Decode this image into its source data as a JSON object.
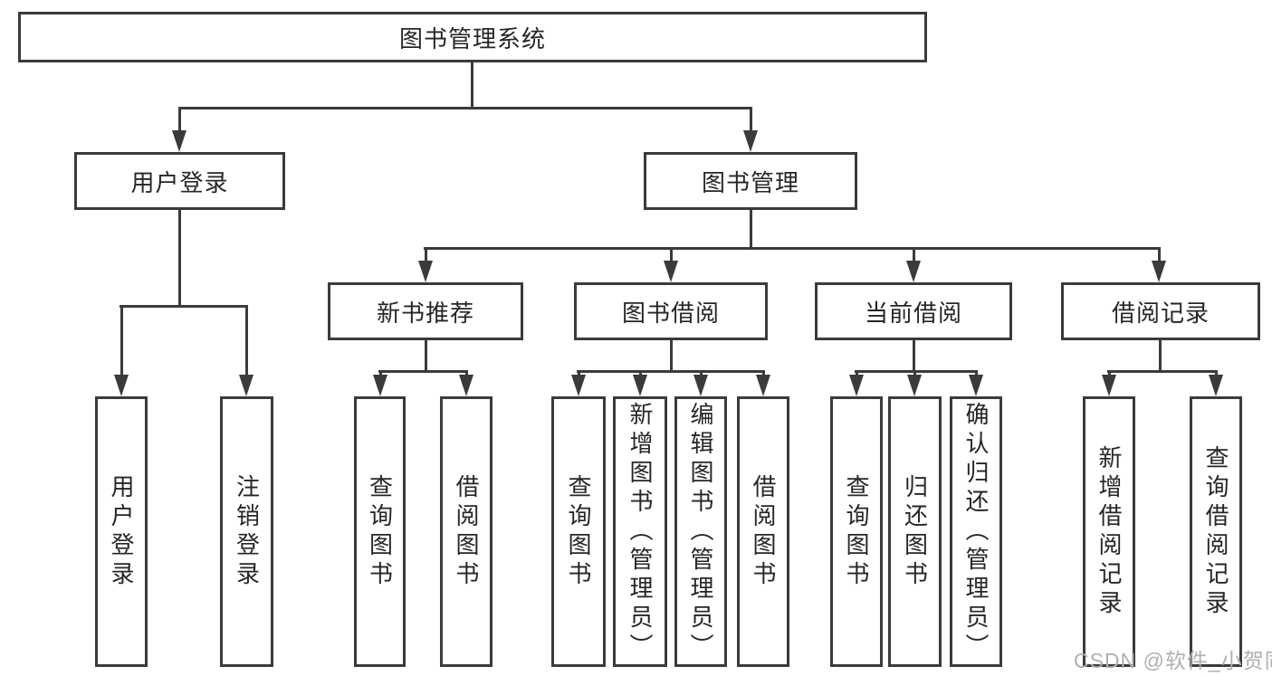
{
  "title": "图书管理系统",
  "user_login": {
    "label": "用户登录",
    "children": [
      {
        "label": "用户登录"
      },
      {
        "label": "注销登录"
      }
    ]
  },
  "book_mgmt": {
    "label": "图书管理",
    "sections": [
      {
        "label": "新书推荐",
        "children": [
          {
            "label": "查询图书"
          },
          {
            "label": "借阅图书"
          }
        ]
      },
      {
        "label": "图书借阅",
        "children": [
          {
            "label": "查询图书"
          },
          {
            "label": "新增图书（管理员）"
          },
          {
            "label": "编辑图书（管理员）"
          },
          {
            "label": "借阅图书"
          }
        ]
      },
      {
        "label": "当前借阅",
        "children": [
          {
            "label": "查询图书"
          },
          {
            "label": "归还图书"
          },
          {
            "label": "确认归还（管理员）"
          }
        ]
      },
      {
        "label": "借阅记录",
        "children": [
          {
            "label": "新增借阅记录"
          },
          {
            "label": "查询借阅记录"
          }
        ]
      }
    ]
  },
  "watermark": "CSDN @软件_小贺同学",
  "colors": {
    "line": "#3b3b3b",
    "text": "#262626",
    "watermark": "#b0b0b0",
    "background": "#ffffff"
  }
}
